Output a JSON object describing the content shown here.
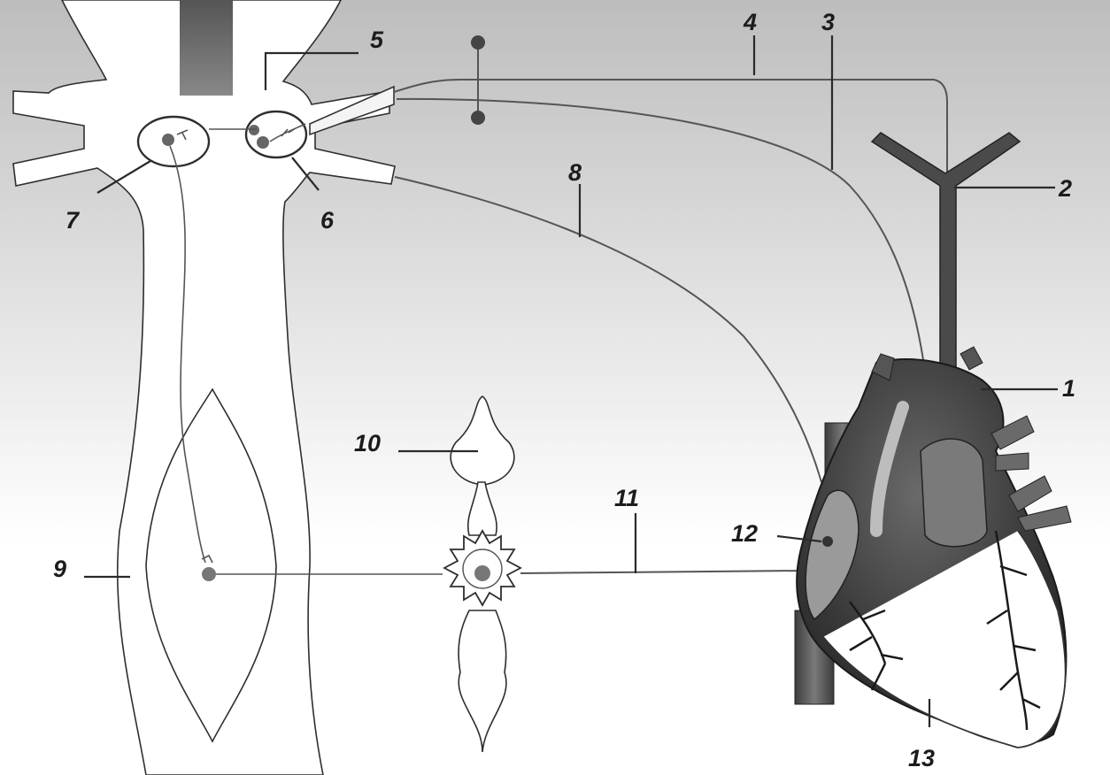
{
  "diagram": {
    "labels": [
      {
        "id": "1",
        "text": "1"
      },
      {
        "id": "2",
        "text": "2"
      },
      {
        "id": "3",
        "text": "3"
      },
      {
        "id": "4",
        "text": "4"
      },
      {
        "id": "5",
        "text": "5"
      },
      {
        "id": "6",
        "text": "6"
      },
      {
        "id": "7",
        "text": "7"
      },
      {
        "id": "8",
        "text": "8"
      },
      {
        "id": "9",
        "text": "9"
      },
      {
        "id": "10",
        "text": "10"
      },
      {
        "id": "11",
        "text": "11"
      },
      {
        "id": "12",
        "text": "12"
      },
      {
        "id": "13",
        "text": "13"
      }
    ],
    "colors": {
      "background_top": "#c9c9c9",
      "background_bottom": "#ffffff",
      "heart_dark": "#2b2b2b",
      "heart_mid": "#5a5a5a",
      "vessel": "#4a4a4a",
      "outline": "#2e2e2e"
    }
  }
}
